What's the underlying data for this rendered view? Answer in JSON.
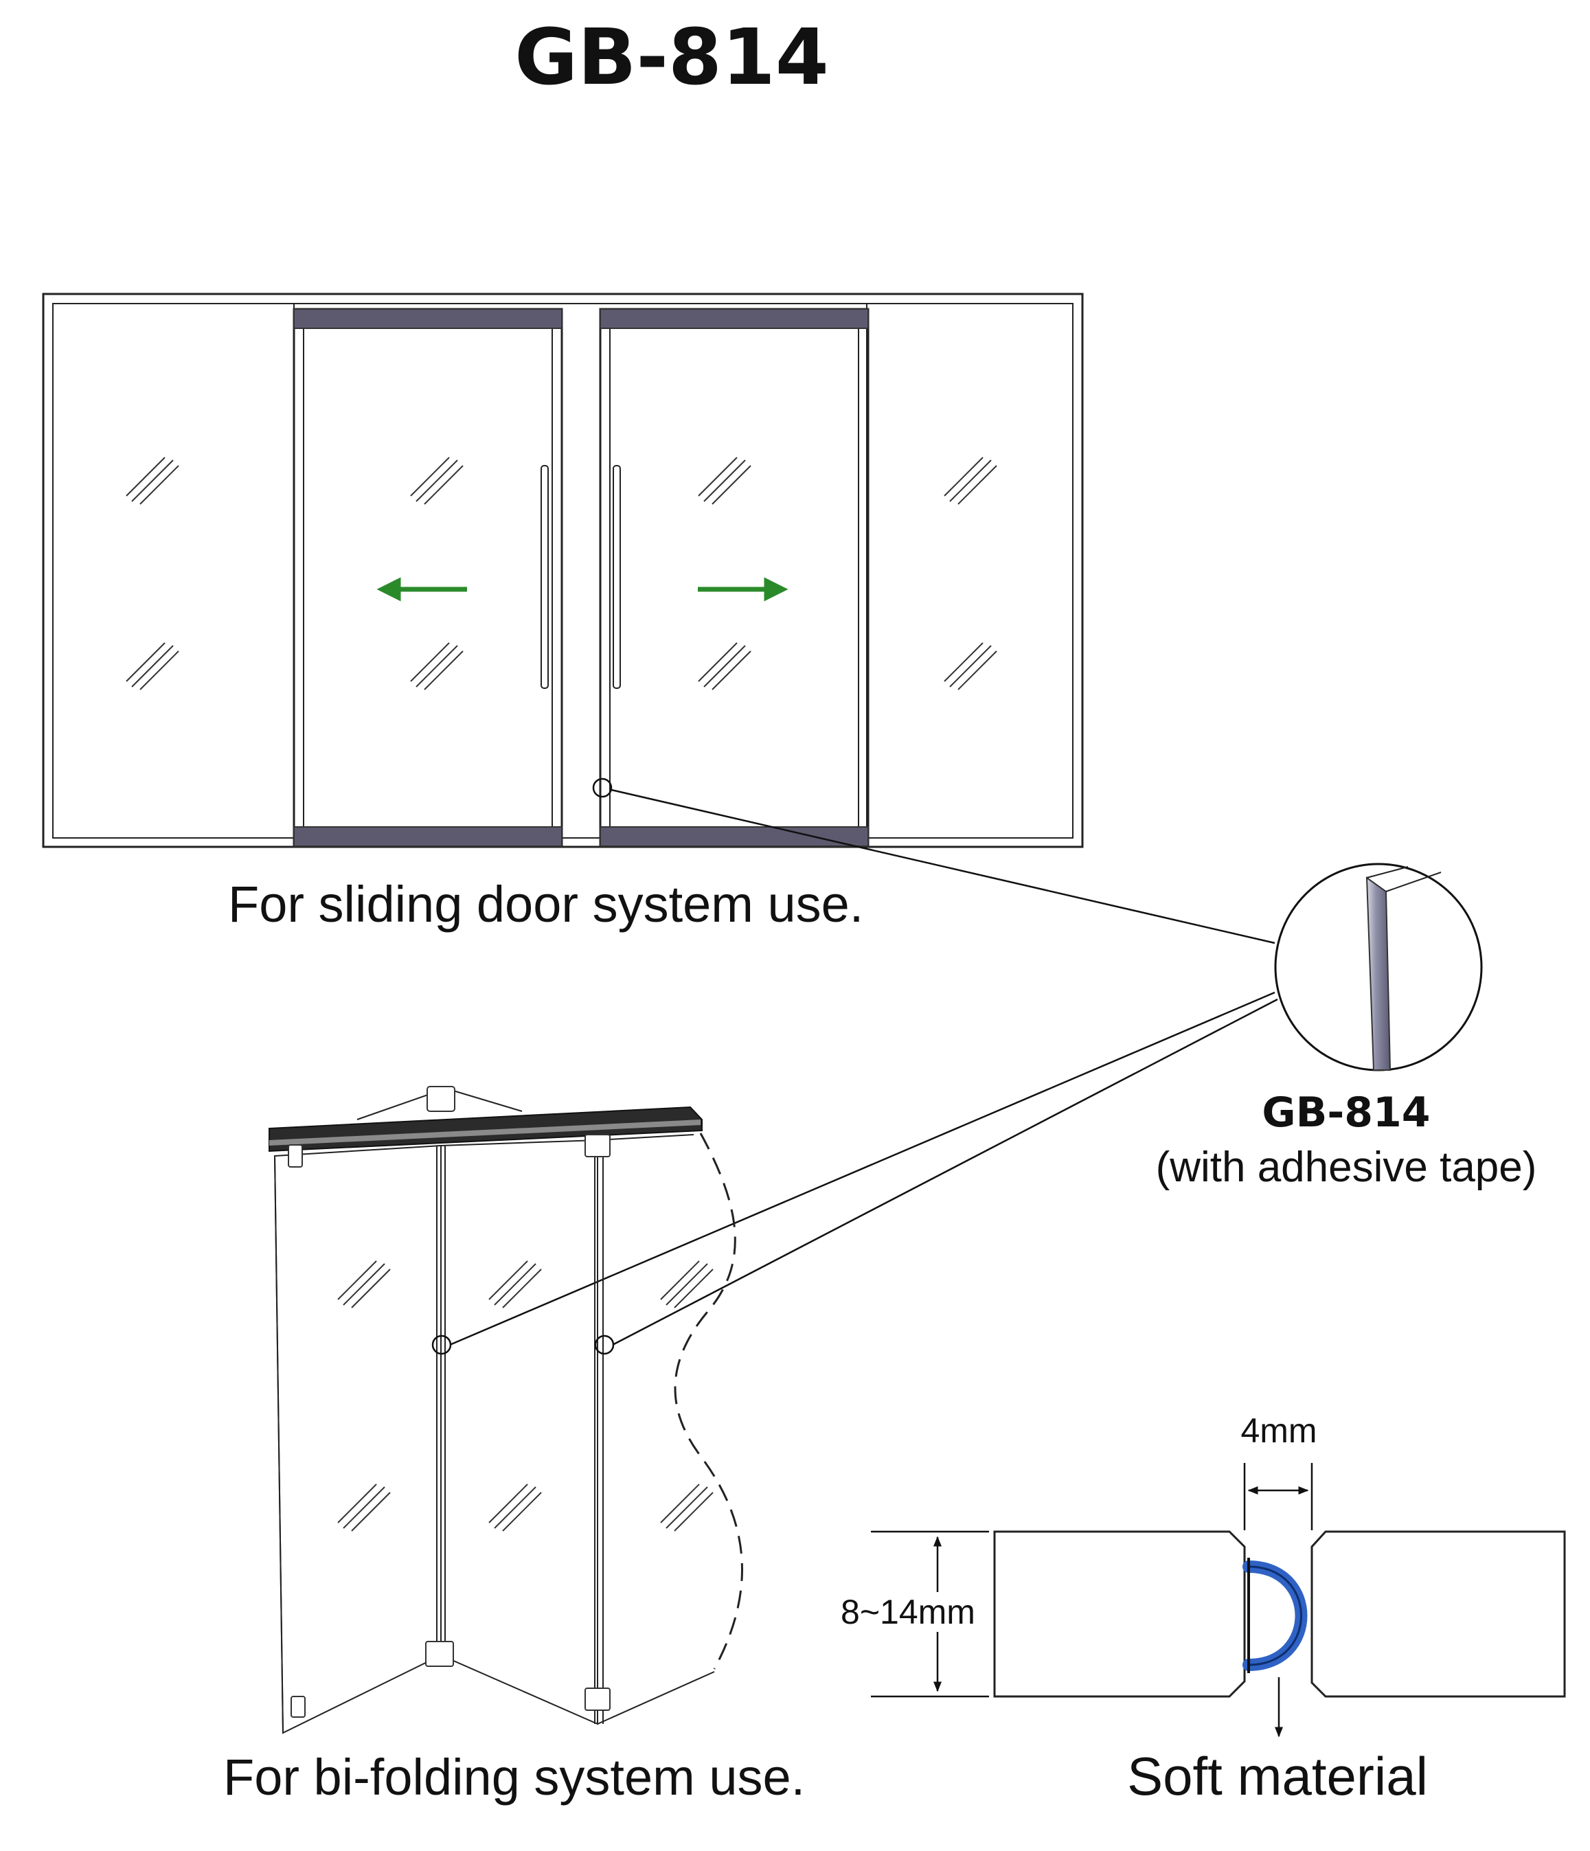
{
  "title": "GB-814",
  "sliding_caption": "For sliding door system use.",
  "bifolding_caption": "For bi-folding system use.",
  "detail": {
    "model": "GB-814",
    "note": "(with adhesive tape)"
  },
  "section": {
    "gap_label": "4mm",
    "thickness_label": "8~14mm",
    "material_label": "Soft material"
  },
  "colors": {
    "arrow": "#2a8a2a",
    "seal": "#2f62c4",
    "rail": "#5d5a70"
  }
}
